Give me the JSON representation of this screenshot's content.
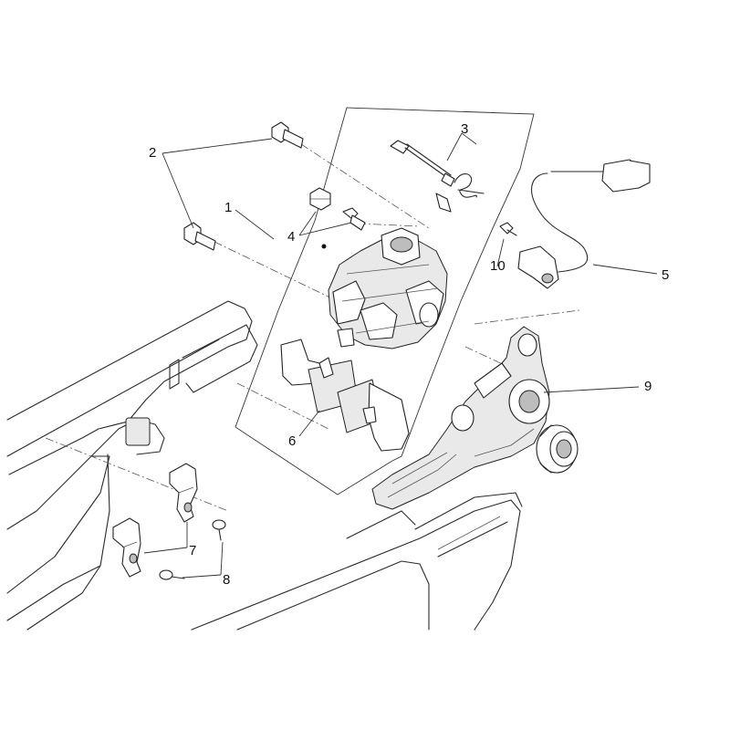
{
  "diagram": {
    "callouts": [
      {
        "id": "1",
        "text": "1"
      },
      {
        "id": "2",
        "text": "2"
      },
      {
        "id": "3",
        "text": "3"
      },
      {
        "id": "4",
        "text": "4"
      },
      {
        "id": "5",
        "text": "5"
      },
      {
        "id": "6",
        "text": "6"
      },
      {
        "id": "7",
        "text": "7"
      },
      {
        "id": "8",
        "text": "8"
      },
      {
        "id": "9",
        "text": "9"
      },
      {
        "id": "10",
        "text": "10"
      }
    ],
    "colors": {
      "line": "#222222",
      "background": "#ffffff",
      "shade": "#e9e9e9"
    }
  }
}
